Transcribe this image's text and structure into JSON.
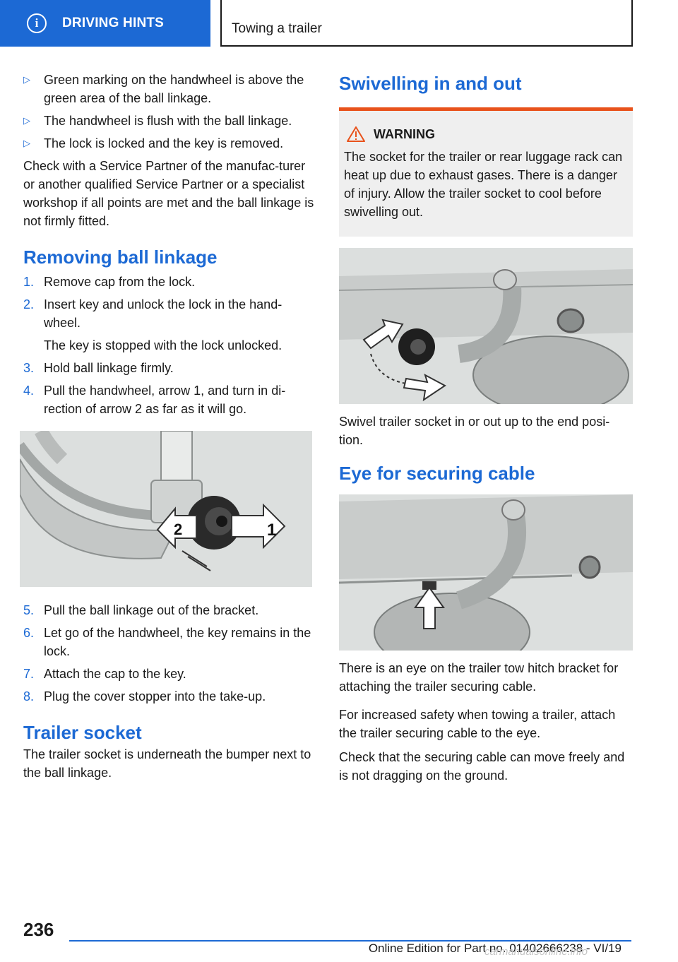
{
  "header": {
    "info_icon": "info-icon",
    "section": "DRIVING HINTS",
    "topic": "Towing a trailer",
    "accent": "#1c69d4"
  },
  "left": {
    "bullets": [
      "Green marking on the handwheel is above the green area of the ball linkage.",
      "The handwheel is flush with the ball linkage.",
      "The lock is locked and the key is removed."
    ],
    "bullet_mark": "▷",
    "check_text": "Check with a Service Partner of the manufac-turer or another qualified Service Partner or a specialist workshop if all points are met and the ball linkage is not firmly fitted.",
    "removing_heading": "Removing ball linkage",
    "steps_a": [
      {
        "num": "1.",
        "text": "Remove cap from the lock."
      },
      {
        "num": "2.",
        "text": "Insert key and unlock the lock in the hand-wheel.",
        "note": "The key is stopped with the lock unlocked."
      },
      {
        "num": "3.",
        "text": "Hold ball linkage firmly."
      },
      {
        "num": "4.",
        "text": "Pull the handwheel, arrow 1, and turn in di-rection of arrow 2 as far as it will go."
      }
    ],
    "figure_labels": {
      "one": "1",
      "two": "2"
    },
    "steps_b": [
      {
        "num": "5.",
        "text": "Pull the ball linkage out of the bracket."
      },
      {
        "num": "6.",
        "text": "Let go of the handwheel, the key remains in the lock."
      },
      {
        "num": "7.",
        "text": "Attach the cap to the key."
      },
      {
        "num": "8.",
        "text": "Plug the cover stopper into the take-up."
      }
    ],
    "trailer_socket_heading": "Trailer socket",
    "trailer_socket_text": "The trailer socket is underneath the bumper next to the ball linkage."
  },
  "right": {
    "swivel_heading": "Swivelling in and out",
    "warning_title": "WARNING",
    "warning_text": "The socket for the trailer or rear luggage rack can heat up due to exhaust gases. There is a danger of injury. Allow the trailer socket to cool before swivelling out.",
    "warning_color": "#e8521b",
    "swivel_caption": "Swivel trailer socket in or out up to the end posi-tion.",
    "eye_heading": "Eye for securing cable",
    "eye_text_1": "There is an eye on the trailer tow hitch bracket for attaching the trailer securing cable.",
    "eye_text_2": "For increased safety when towing a trailer, attach the trailer securing cable to the eye.",
    "eye_text_3": "Check that the securing cable can move freely and is not dragging on the ground."
  },
  "footer": {
    "page_number": "236",
    "edition": "Online Edition for Part no. 01402666238 - VI/19",
    "watermark": "carmanualsonline.info"
  }
}
